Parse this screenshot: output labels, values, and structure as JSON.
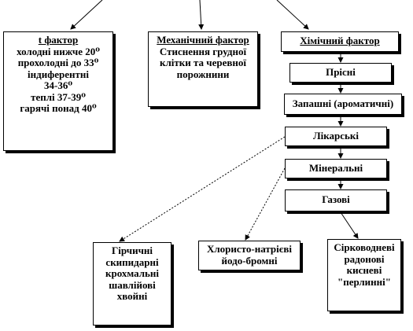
{
  "t_factor": {
    "title": "t фактор",
    "lines": [
      "холодні нижче 20⁰",
      "прохолодні до 33⁰",
      "індиферентні",
      "34-36⁰",
      "теплі  37-39⁰",
      "гарячі понад 40⁰"
    ]
  },
  "mechanical_factor": {
    "title": "Механічний фактор",
    "lines": [
      "Стиснення грудної",
      "клітки  та черевної",
      "порожнини"
    ]
  },
  "chemical_factor": {
    "title": "Хімічний фактор",
    "chain": [
      "Прісні",
      "Запашні (ароматичні)",
      "Лікарські",
      "Мінеральні",
      "Газові"
    ]
  },
  "bottom_groups": {
    "medicinal": [
      "Гірчичні",
      "скипидарні",
      "крохмальні",
      "шавлійові",
      "хвойні"
    ],
    "mineral": [
      "Хлористо-натрієві",
      "йодо-бромні"
    ],
    "gas": [
      "Сірководневі",
      "радонові",
      "кисневі",
      "\"перлинні\""
    ]
  }
}
